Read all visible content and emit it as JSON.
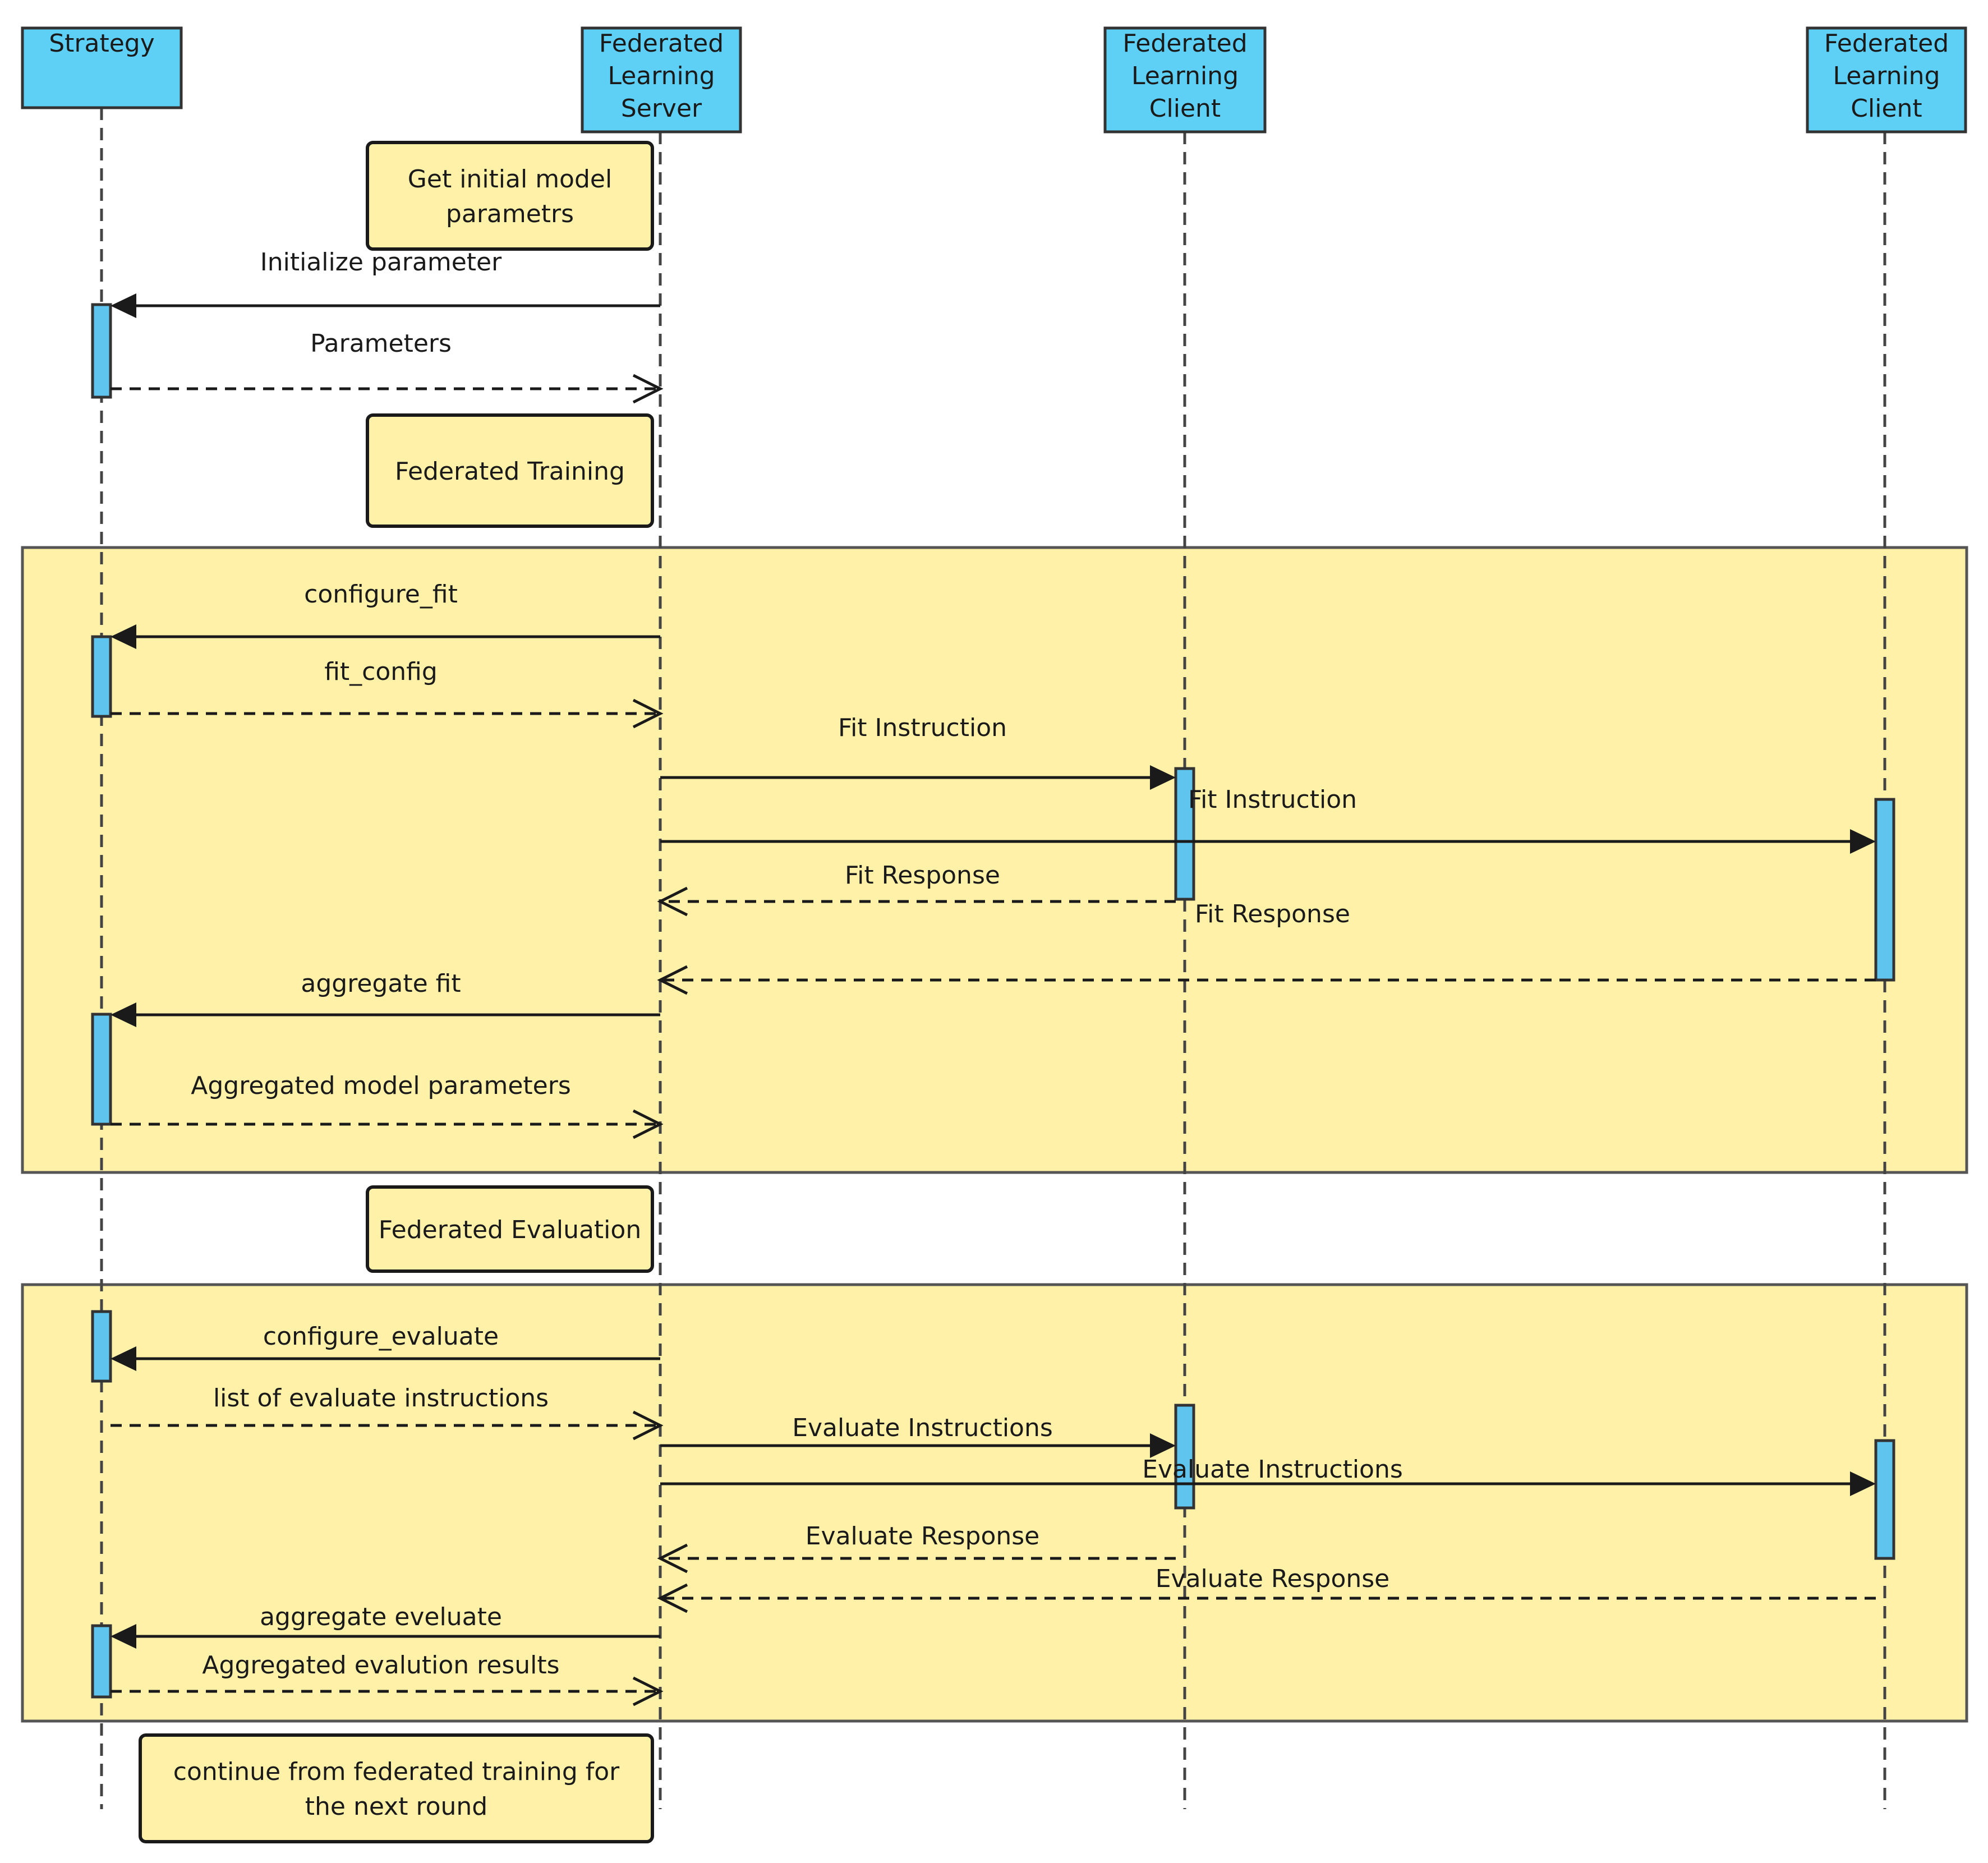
{
  "colors": {
    "actor_fill": "#5fd0f5",
    "activation_fill": "#5fc4ee",
    "note_fill": "#fff1a8",
    "fragment_fill": "#fff1a8",
    "line": "#1a1a1a",
    "lifeline": "#444444"
  },
  "actors": [
    {
      "id": "strategy",
      "lines": [
        "Strategy"
      ]
    },
    {
      "id": "server",
      "lines": [
        "Federated",
        "Learning",
        "Server"
      ]
    },
    {
      "id": "client1",
      "lines": [
        "Federated",
        "Learning",
        "Client"
      ]
    },
    {
      "id": "client2",
      "lines": [
        "Federated",
        "Learning",
        "Client"
      ]
    }
  ],
  "notes": [
    {
      "id": "init",
      "lines": [
        "Get initial model",
        "parametrs"
      ]
    },
    {
      "id": "training",
      "lines": [
        "Federated Training"
      ]
    },
    {
      "id": "evaluation",
      "lines": [
        "Federated Evaluation"
      ]
    },
    {
      "id": "continue",
      "lines": [
        "continue from federated training for",
        "the next round"
      ]
    }
  ],
  "messages": [
    {
      "id": "initialize",
      "from": "server",
      "to": "strategy",
      "kind": "sync",
      "label": "Initialize parameter"
    },
    {
      "id": "parameters",
      "from": "strategy",
      "to": "server",
      "kind": "reply",
      "label": "Parameters"
    },
    {
      "id": "configure-fit",
      "from": "server",
      "to": "strategy",
      "kind": "sync",
      "label": "configure_fit"
    },
    {
      "id": "fit-config",
      "from": "strategy",
      "to": "server",
      "kind": "reply",
      "label": "fit_config"
    },
    {
      "id": "fit-instruction-1",
      "from": "server",
      "to": "client1",
      "kind": "sync",
      "label": "Fit Instruction"
    },
    {
      "id": "fit-instruction-2",
      "from": "server",
      "to": "client2",
      "kind": "sync",
      "label": "Fit Instruction"
    },
    {
      "id": "fit-response-1",
      "from": "client1",
      "to": "server",
      "kind": "reply",
      "label": "Fit Response"
    },
    {
      "id": "fit-response-2",
      "from": "client2",
      "to": "server",
      "kind": "reply",
      "label": "Fit Response"
    },
    {
      "id": "aggregate-fit",
      "from": "server",
      "to": "strategy",
      "kind": "sync",
      "label": "aggregate fit"
    },
    {
      "id": "aggregated-params",
      "from": "strategy",
      "to": "server",
      "kind": "reply",
      "label": "Aggregated model parameters"
    },
    {
      "id": "configure-evaluate",
      "from": "server",
      "to": "strategy",
      "kind": "sync",
      "label": "configure_evaluate"
    },
    {
      "id": "evaluate-list",
      "from": "strategy",
      "to": "server",
      "kind": "reply",
      "label": "list of evaluate instructions"
    },
    {
      "id": "evaluate-instructions-1",
      "from": "server",
      "to": "client1",
      "kind": "sync",
      "label": "Evaluate Instructions"
    },
    {
      "id": "evaluate-instructions-2",
      "from": "server",
      "to": "client2",
      "kind": "sync",
      "label": "Evaluate Instructions"
    },
    {
      "id": "evaluate-response-1",
      "from": "client1",
      "to": "server",
      "kind": "reply",
      "label": "Evaluate Response"
    },
    {
      "id": "evaluate-response-2",
      "from": "client2",
      "to": "server",
      "kind": "reply",
      "label": "Evaluate Response"
    },
    {
      "id": "aggregate-evaluate",
      "from": "server",
      "to": "strategy",
      "kind": "sync",
      "label": "aggregate eveluate"
    },
    {
      "id": "aggregated-results",
      "from": "strategy",
      "to": "server",
      "kind": "reply",
      "label": "Aggregated evalution results"
    }
  ]
}
